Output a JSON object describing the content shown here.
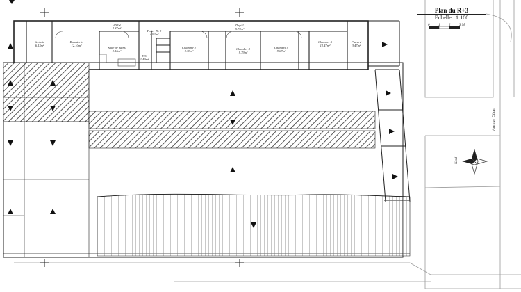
{
  "title_block": {
    "title": "Plan du R+3",
    "scale": "Echelle : 1:100",
    "bar_labels": [
      "0",
      "1",
      "2",
      "3 M"
    ]
  },
  "rooms": [
    {
      "id": "sechoir",
      "name": "Sechoir",
      "area": "6.13m²"
    },
    {
      "id": "buanderie",
      "name": "Buanderie",
      "area": "12.10m²"
    },
    {
      "id": "degt2",
      "name": "Degt 2",
      "area": "2.87m²"
    },
    {
      "id": "sdb",
      "name": "Salle de bains",
      "area": "9.16m²"
    },
    {
      "id": "palier",
      "name": "Palier R+3",
      "area": "4.92m²"
    },
    {
      "id": "wc",
      "name": "WC",
      "area": "1.49m²"
    },
    {
      "id": "ch2",
      "name": "Chambre 2",
      "area": "9.78m²"
    },
    {
      "id": "degt1",
      "name": "Degt 1",
      "area": "5.74m²"
    },
    {
      "id": "ch3",
      "name": "Chambre 3",
      "area": "9.79m²"
    },
    {
      "id": "ch4",
      "name": "Chambre 4",
      "area": "9.67m²"
    },
    {
      "id": "ch5",
      "name": "Chambre 5",
      "area": "12.47m²"
    },
    {
      "id": "placard",
      "name": "Placard",
      "area": "3.47m²"
    }
  ],
  "street_label": "Avenue Cimet",
  "compass_label": "Nord",
  "colors": {
    "line": "#222222",
    "hatch": "#555555",
    "faint": "#9a9a9a"
  }
}
